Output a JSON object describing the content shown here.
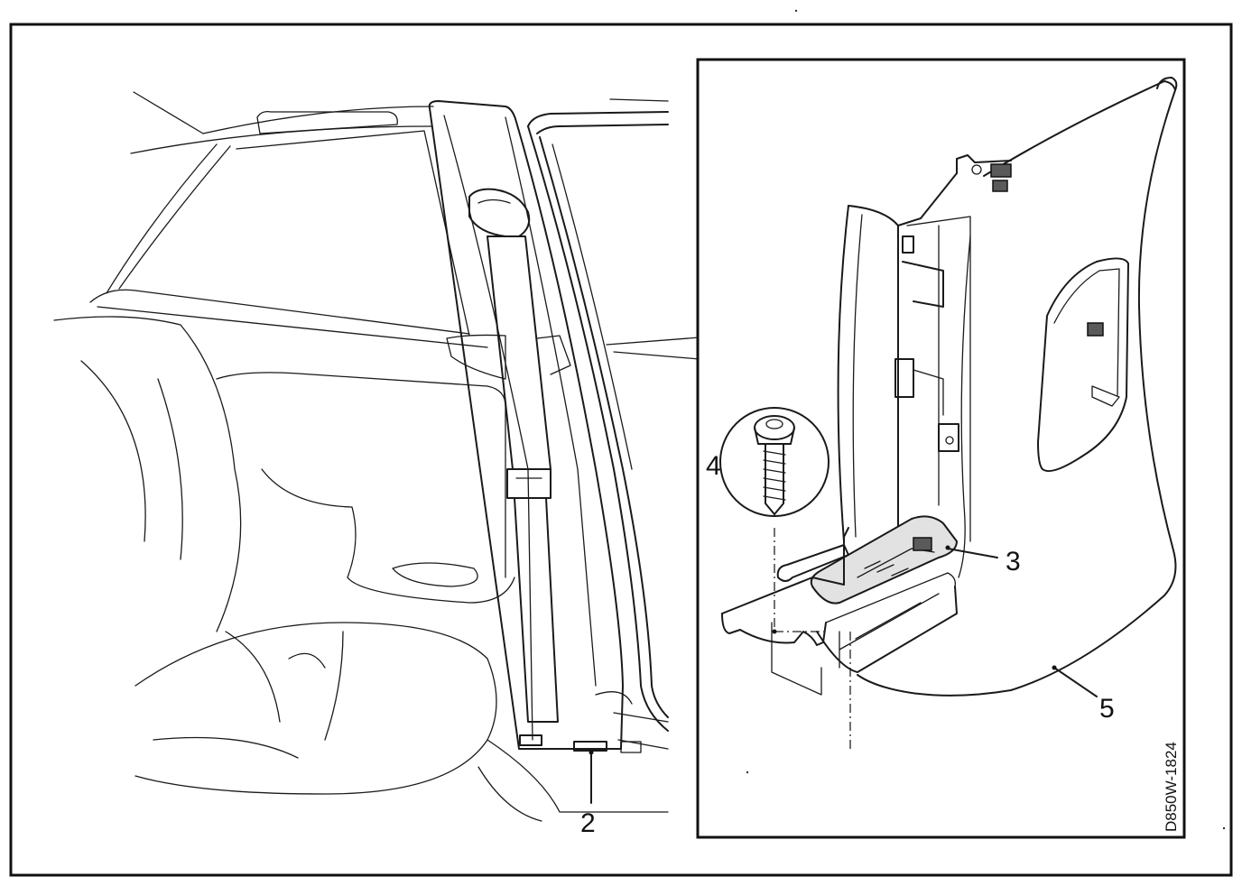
{
  "callouts": {
    "c2": "2",
    "c3": "3",
    "c4": "4",
    "c5": "5"
  },
  "reference_code": "D850W-1824",
  "colors": {
    "ink": "#111111",
    "paper": "#ffffff",
    "shade": "#e2e2e2"
  }
}
